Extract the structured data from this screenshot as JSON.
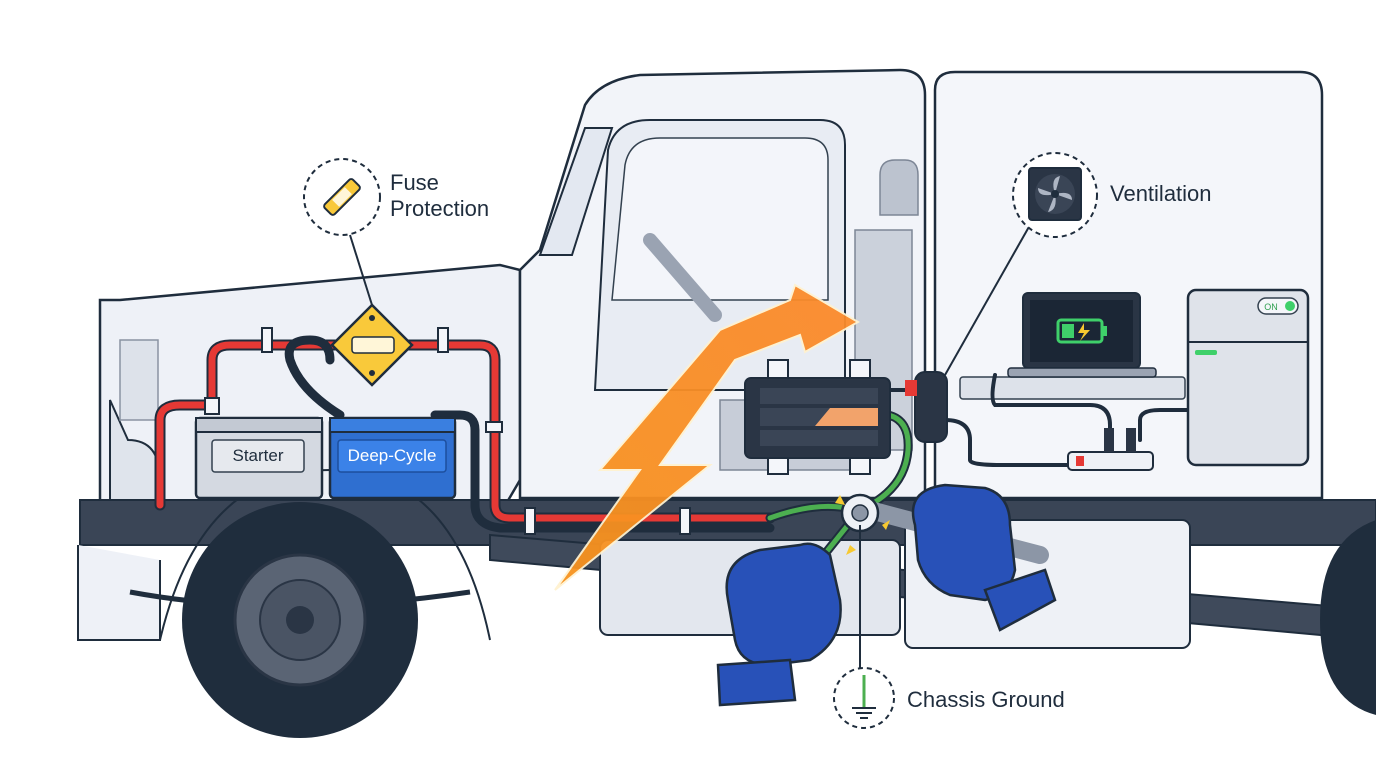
{
  "callouts": {
    "fuse": {
      "line1": "Fuse",
      "line2": "Protection",
      "icon": "fuse-icon"
    },
    "ventilation": {
      "label": "Ventilation",
      "icon": "fan-icon"
    },
    "ground": {
      "label": "Chassis Ground",
      "icon": "ground-icon"
    }
  },
  "batteries": {
    "starter": "Starter",
    "deep_cycle": "Deep-Cycle"
  },
  "fridge": {
    "status": "ON"
  },
  "colors": {
    "outline": "#1f2d3d",
    "positive_cable": "#e53935",
    "ground_cable": "#4caf50",
    "fuse": "#f9c93a",
    "deep_cycle_battery": "#2f6fd0",
    "power_arrow": "#f7931e",
    "glove": "#2851b8"
  }
}
